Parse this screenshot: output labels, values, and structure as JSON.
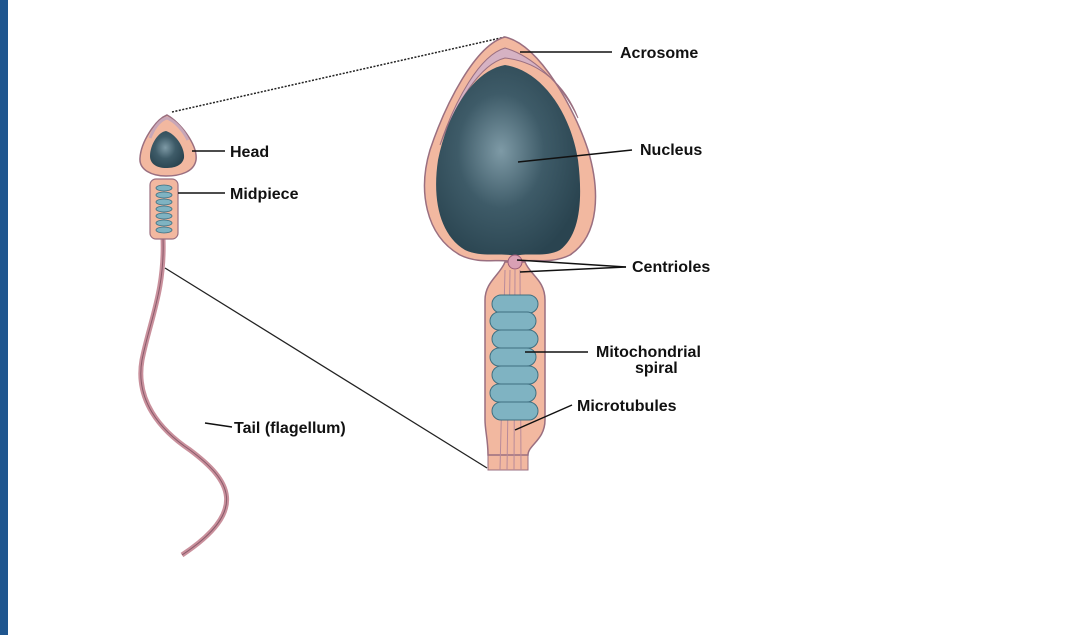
{
  "colors": {
    "side_bar": "#1f568f",
    "cell_membrane": "#f2b8a0",
    "nucleus": "#33505c",
    "mitochondria": "#7fb3c2"
  },
  "labels": {
    "head": "Head",
    "midpiece": "Midpiece",
    "tail": "Tail (flagellum)",
    "acrosome": "Acrosome",
    "nucleus": "Nucleus",
    "centrioles": "Centrioles",
    "mito_line1": "Mitochondrial",
    "mito_line2": "spiral",
    "microtubules": "Microtubules"
  }
}
